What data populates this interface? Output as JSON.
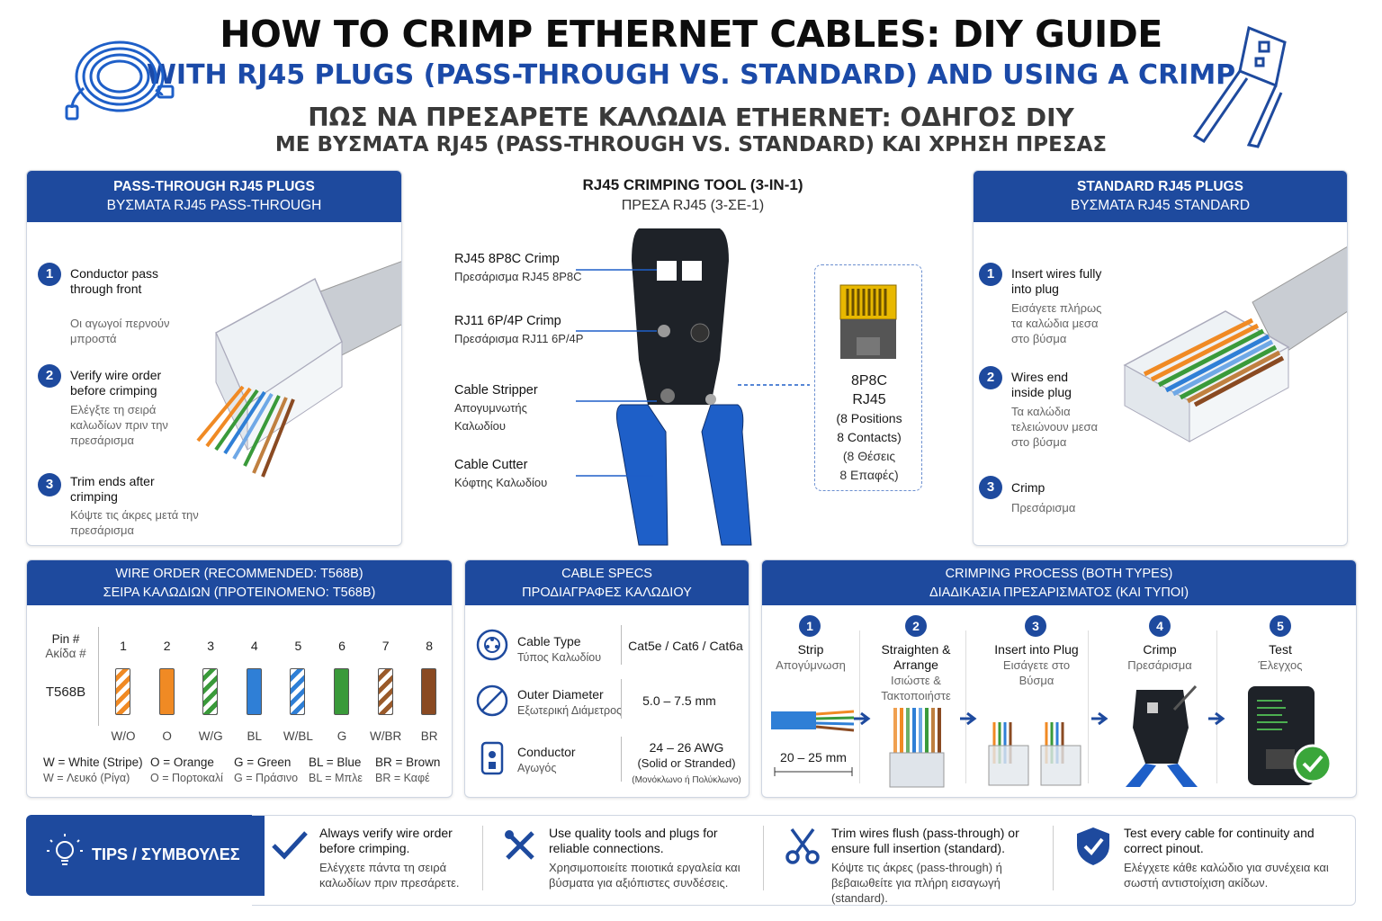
{
  "title": {
    "en1": "HOW TO CRIMP ETHERNET CABLES: DIY GUIDE",
    "en2": "WITH RJ45 PLUGS (PASS-THROUGH VS. STANDARD) AND USING A CRIMP",
    "gr1": "ΠΩΣ ΝΑ ΠΡΕΣΑΡΕΤΕ ΚΑΛΩΔΙΑ ETHERNET: ΟΔΗΓΟΣ DIY",
    "gr2": "ΜΕ ΒΥΣΜΑΤΑ RJ45 (PASS-THROUGH VS. STANDARD) ΚΑΙ ΧΡΗΣΗ ΠΡΕΣΑΣ"
  },
  "pass_through": {
    "header_en": "PASS-THROUGH RJ45 PLUGS",
    "header_gr": "ΒΥΣΜΑΤΑ RJ45 PASS-THROUGH",
    "steps": [
      {
        "n": "1",
        "en": "Conductor pass through front",
        "gr": "Οι αγωγοί περνούν μπροστά"
      },
      {
        "n": "2",
        "en": "Verify wire order before crimping",
        "gr": "Ελέγξτε τη σειρά καλωδίων πριν την πρεσάρισμα"
      },
      {
        "n": "3",
        "en": "Trim ends after crimping",
        "gr": "Κόψτε τις άκρες μετά την πρεσάρισμα"
      }
    ]
  },
  "tool": {
    "title_en": "RJ45 CRIMPING TOOL (3-IN-1)",
    "title_gr": "ΠΡΕΣΑ RJ45 (3-ΣΕ-1)",
    "labels": [
      {
        "en": "RJ45 8P8C Crimp",
        "gr": "Πρεσάρισμα RJ45 8P8C"
      },
      {
        "en": "RJ11 6P/4P Crimp",
        "gr": "Πρεσάρισμα RJ11 6P/4P"
      },
      {
        "en": "Cable Stripper",
        "gr": "Απογυμνωτής Καλωδίου"
      },
      {
        "en": "Cable Cutter",
        "gr": "Κόφτης Καλωδίου"
      }
    ],
    "plug": {
      "l1": "8P8C",
      "l2": "RJ45",
      "l3": "(8 Positions",
      "l4": "8 Contacts)",
      "l5": "(8 Θέσεις",
      "l6": "8 Επαφές)"
    }
  },
  "standard": {
    "header_en": "STANDARD RJ45 PLUGS",
    "header_gr": "ΒΥΣΜΑΤΑ RJ45 STANDARD",
    "steps": [
      {
        "n": "1",
        "en": "Insert wires fully into plug",
        "gr": "Εισάγετε πλήρως τα καλώδια μεσα στο βύσμα"
      },
      {
        "n": "2",
        "en": "Wires end inside plug",
        "gr": "Τα καλώδια τελειώνουν μεσα στο βύσμα"
      },
      {
        "n": "3",
        "en": "Crimp",
        "gr": "Πρεσάρισμα"
      }
    ]
  },
  "wire_order": {
    "header_en": "WIRE ORDER (RECOMMENDED: T568B)",
    "header_gr": "ΣΕΙΡΑ ΚΑΛΩΔΙΩΝ (ΠΡΟΤΕΙΝΟΜΕΝΟ: T568B)",
    "pin_label": "Pin #",
    "pin_label_gr": "Ακίδα #",
    "row_label": "T568B",
    "pins": [
      {
        "n": "1",
        "code": "W/O",
        "color": "#f08a24",
        "striped": true
      },
      {
        "n": "2",
        "code": "O",
        "color": "#f08a24",
        "striped": false
      },
      {
        "n": "3",
        "code": "W/G",
        "color": "#3a9a3a",
        "striped": true
      },
      {
        "n": "4",
        "code": "BL",
        "color": "#2f7fd6",
        "striped": false
      },
      {
        "n": "5",
        "code": "W/BL",
        "color": "#2f7fd6",
        "striped": true
      },
      {
        "n": "6",
        "code": "G",
        "color": "#3a9a3a",
        "striped": false
      },
      {
        "n": "7",
        "code": "W/BR",
        "color": "#9a5a2a",
        "striped": true
      },
      {
        "n": "8",
        "code": "BR",
        "color": "#8a4a22",
        "striped": false
      }
    ],
    "legend": [
      {
        "en": "W = White (Stripe)",
        "gr": "W = Λευκό (Ρίγα)"
      },
      {
        "en": "O = Orange",
        "gr": "O = Πορτοκαλί"
      },
      {
        "en": "G = Green",
        "gr": "G = Πράσινο"
      },
      {
        "en": "BL = Blue",
        "gr": "BL = Μπλε"
      },
      {
        "en": "BR = Brown",
        "gr": "BR = Καφέ"
      }
    ]
  },
  "specs": {
    "header_en": "CABLE SPECS",
    "header_gr": "ΠΡΟΔΙΑΓΡΑΦΕΣ ΚΑΛΩΔΙΟΥ",
    "rows": [
      {
        "en": "Cable Type",
        "gr": "Τύπος Καλωδίου",
        "v1": "Cat5e / Cat6 / Cat6a",
        "v2": "",
        "v3": ""
      },
      {
        "en": "Outer Diameter",
        "gr": "Εξωτερική Διάμετρος",
        "v1": "5.0 – 7.5 mm",
        "v2": "",
        "v3": ""
      },
      {
        "en": "Conductor",
        "gr": "Αγωγός",
        "v1": "24 – 26 AWG",
        "v2": "(Solid or Stranded)",
        "v3": "(Μονόκλωνο ή Πολύκλωνο)"
      }
    ]
  },
  "process": {
    "header_en": "CRIMPING PROCESS (BOTH TYPES)",
    "header_gr": "ΔΙΑΔΙΚΑΣΙΑ ΠΡΕΣΑΡΙΣΜΑΤΟΣ (ΚΑΙ ΤΥΠΟΙ)",
    "strip_len": "20 – 25 mm",
    "steps": [
      {
        "n": "1",
        "en": "Strip",
        "gr": "Απογύμνωση"
      },
      {
        "n": "2",
        "en": "Straighten & Arrange",
        "gr": "Ισιώστε & Τακτοποιήστε"
      },
      {
        "n": "3",
        "en": "Insert into Plug",
        "gr": "Εισάγετε στο Βύσμα"
      },
      {
        "n": "4",
        "en": "Crimp",
        "gr": "Πρεσάρισμα"
      },
      {
        "n": "5",
        "en": "Test",
        "gr": "Έλεγχος"
      }
    ]
  },
  "tips": {
    "label": "TIPS / ΣΥΜΒΟΥΛΕΣ",
    "items": [
      {
        "en": "Always verify wire order before crimping.",
        "gr": "Ελέγχετε πάντα τη σειρά καλωδίων πριν πρεσάρετε."
      },
      {
        "en": "Use quality tools and plugs for reliable connections.",
        "gr": "Χρησιμοποιείτε ποιοτικά εργαλεία και βύσματα για αξιόπιστες συνδέσεις."
      },
      {
        "en": "Trim wires flush (pass-through) or ensure full insertion (standard).",
        "gr": "Κόψτε τις άκρες (pass-through) ή βεβαιωθείτε για πλήρη εισαγωγή (standard)."
      },
      {
        "en": "Test every cable for continuity and correct pinout.",
        "gr": "Ελέγχετε κάθε καλώδιο για συνέχεια και σωστή αντιστοίχιση ακίδων."
      }
    ]
  },
  "colors": {
    "accent": "#1e4a9e",
    "blue": "#1b4aa8",
    "check": "#3aa63a"
  }
}
